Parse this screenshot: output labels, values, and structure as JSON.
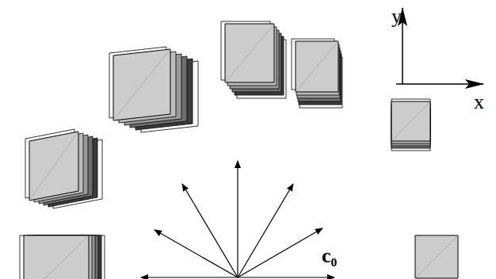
{
  "diagram": {
    "labels": [
      "y",
      "x",
      "c₀"
    ]
  }
}
